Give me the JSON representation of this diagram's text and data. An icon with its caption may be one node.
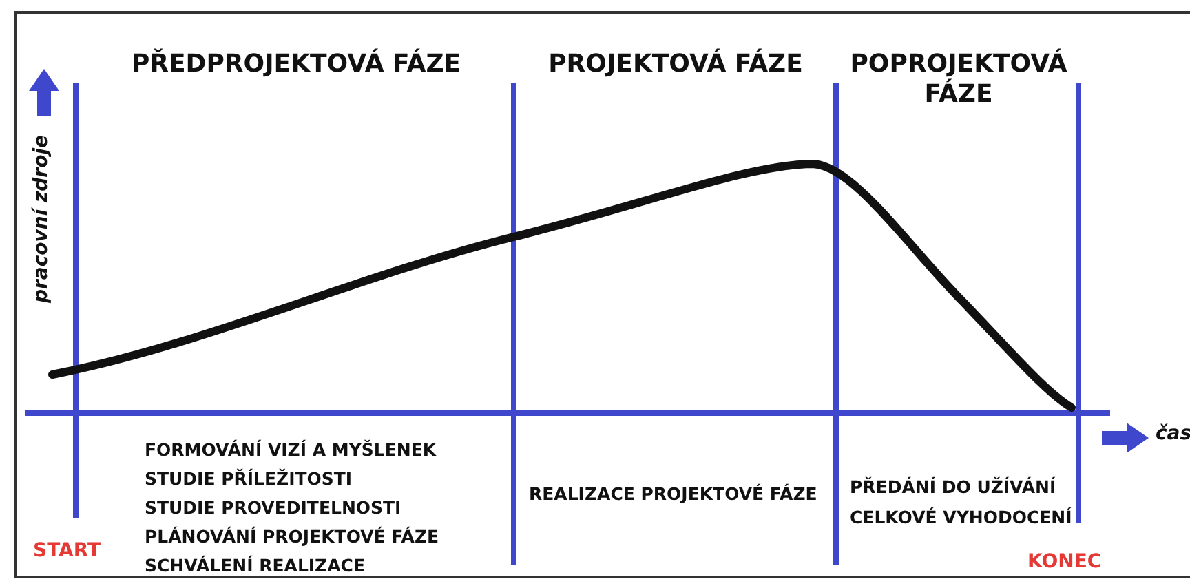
{
  "diagram": {
    "labels": [
      "PŘEDPROJEKTOVÁ FÁZE",
      "PROJEKTOVÁ FÁZE",
      "POPROJEKTOVÁ FÁZE",
      "pracovní zdroje",
      "čas",
      "FORMOVÁNÍ VIZÍ A MYŠLENEK",
      "STUDIE PŘÍLEŽITOSTI",
      "STUDIE PROVEDITELNOSTI",
      "PLÁNOVÁNÍ PROJEKTOVÉ FÁZE",
      "SCHVÁLENÍ REALIZACE",
      "REALIZACE PROJEKTOVÉ FÁZE",
      "PŘEDÁNÍ DO UŽÍVÁNÍ",
      "CELKOVÉ VYHODOCENÍ",
      "START",
      "KONEC"
    ]
  }
}
